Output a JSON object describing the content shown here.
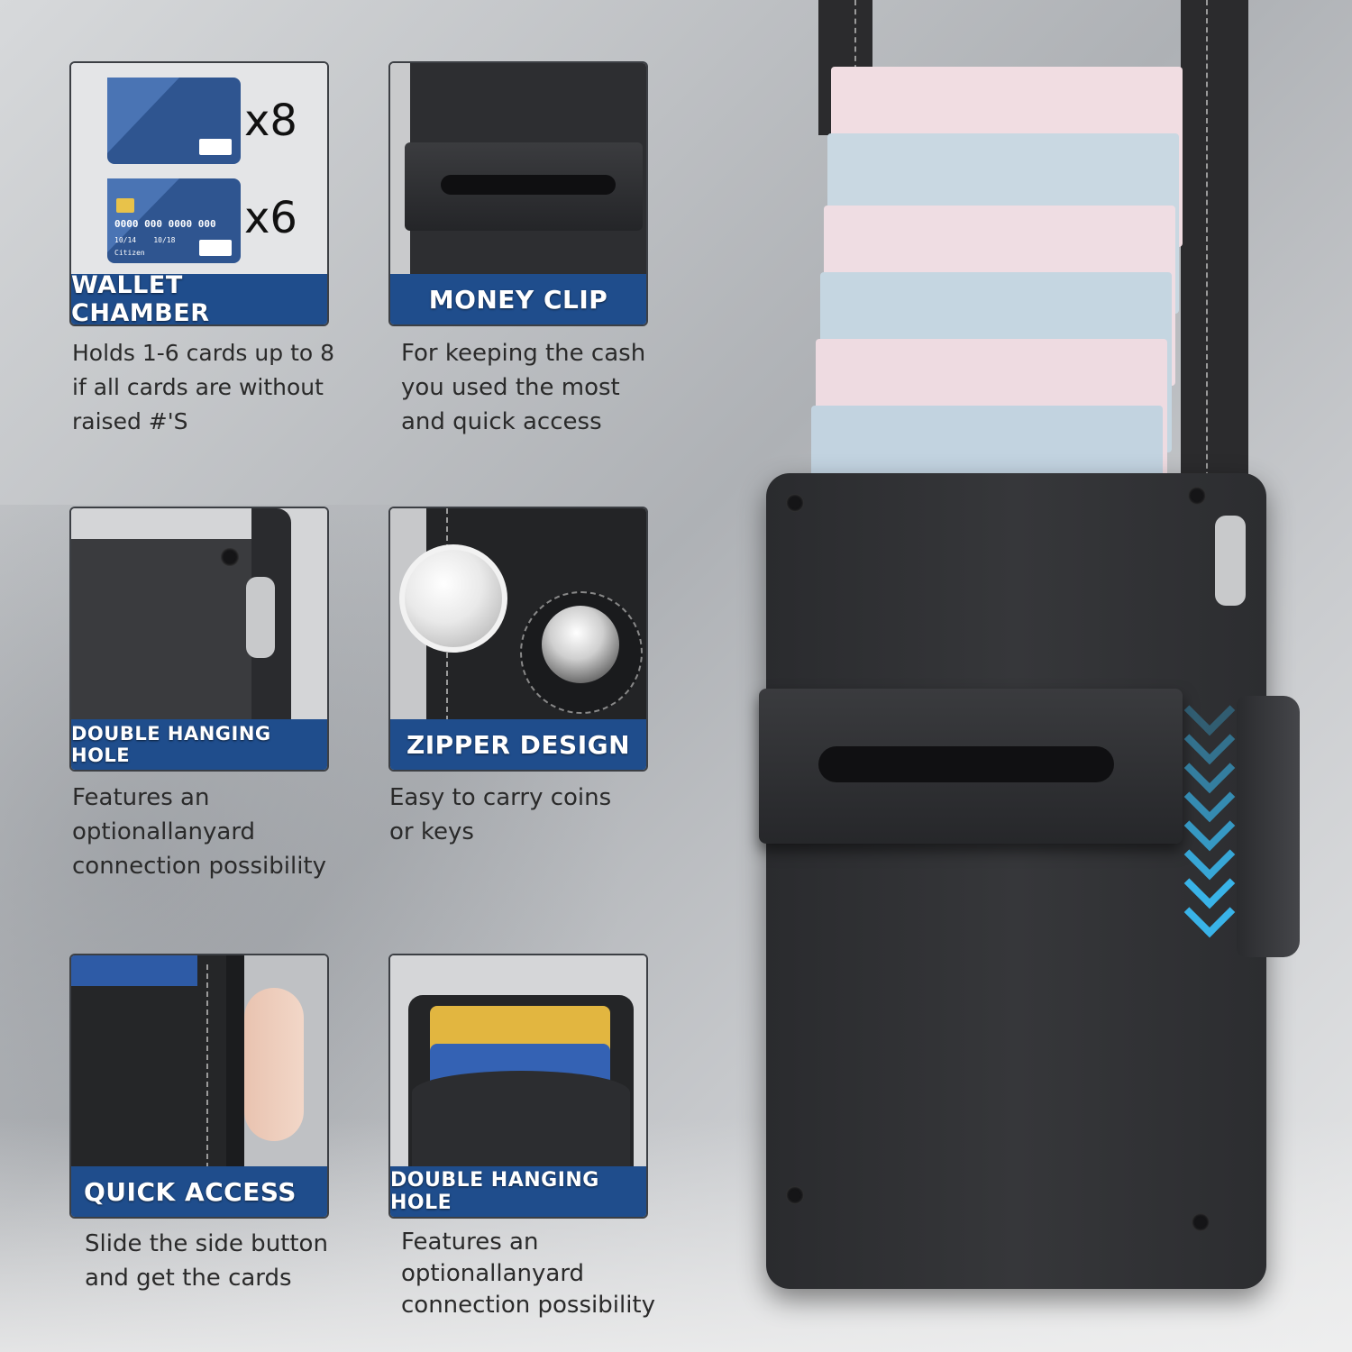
{
  "features": [
    {
      "title": "WALLET CHAMBER",
      "description": "Holds 1-6 cards up to 8\n if all cards are without\nraised #'S"
    },
    {
      "title": "MONEY CLIP",
      "description": "For keeping the cash\nyou used the most\nand quick access"
    },
    {
      "title": "DOUBLE HANGING HOLE",
      "description": "Features an\noptionallanyard\nconnection possibility"
    },
    {
      "title": "ZIPPER DESIGN",
      "description": "Easy to carry coins\nor keys"
    },
    {
      "title": "QUICK ACCESS",
      "description": "Slide the side button\nand get the cards"
    },
    {
      "title": "DOUBLE HANGING HOLE",
      "description": "Features an\noptionallanyard\nconnection possibility"
    }
  ],
  "wallet_chamber_counts": {
    "thin_cards": "x8",
    "embossed_cards": "x6"
  },
  "sample_card": {
    "number": "0000 000 0000 000",
    "dates": "10/14    10/18",
    "name": "Citizen"
  },
  "colors": {
    "banner": "#1f4d8c",
    "accent_chevron": "#39b3e8",
    "case": "#2f3033"
  }
}
